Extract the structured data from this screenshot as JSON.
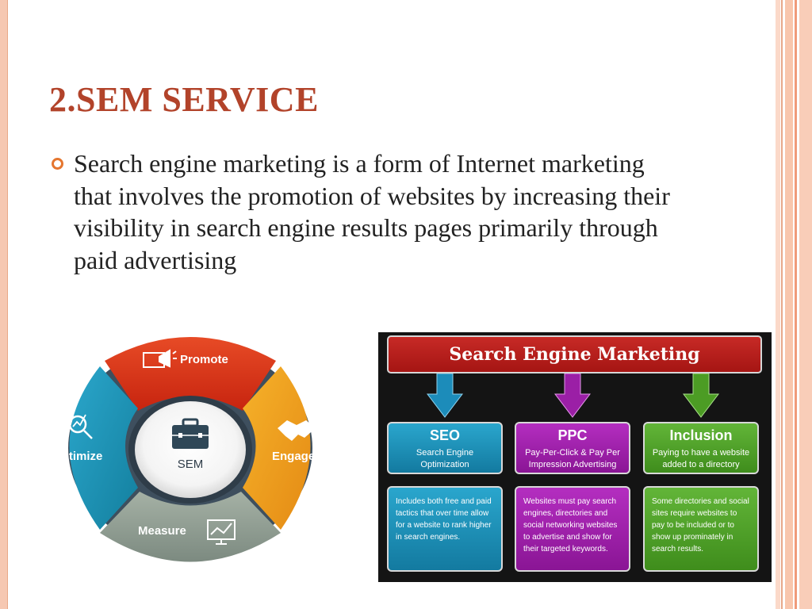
{
  "slide": {
    "title": "2.SEM SERVICE",
    "bullet": "Search engine marketing is a form of Internet marketing that involves the promotion of websites by increasing their visibility in search engine results pages primarily through paid advertising"
  },
  "wheel": {
    "center": "SEM",
    "segments": [
      {
        "label": "Promote",
        "icon": "megaphone-icon",
        "color": "#e23b1e"
      },
      {
        "label": "Engage",
        "icon": "handshake-icon",
        "color": "#f0a01f"
      },
      {
        "label": "Measure",
        "icon": "chart-monitor-icon",
        "color": "#8c9a8e"
      },
      {
        "label": "Optimize",
        "icon": "magnifier-icon",
        "color": "#1e93b8"
      }
    ],
    "center_icon": "briefcase-icon"
  },
  "diagram": {
    "title": "Search Engine Marketing",
    "columns": [
      {
        "head": "SEO",
        "sub": "Search Engine Optimization",
        "body": "Includes both free and paid tactics that over time allow for a website to rank higher in search engines.",
        "color": "#1f91bb"
      },
      {
        "head": "PPC",
        "sub": "Pay-Per-Click & Pay Per Impression Advertising",
        "body": "Websites must pay search engines, directories and social networking websites to advertise and show for their targeted keywords.",
        "color": "#a024ad"
      },
      {
        "head": "Inclusion",
        "sub": "Paying to have a website added to a directory",
        "body": "Some directories and social sites require websites to pay to be included or to show up prominately in search results.",
        "color": "#52a42b"
      }
    ]
  },
  "colors": {
    "title": "#b2432a",
    "bullet": "#e5762f",
    "border": "#f6c8b2"
  }
}
